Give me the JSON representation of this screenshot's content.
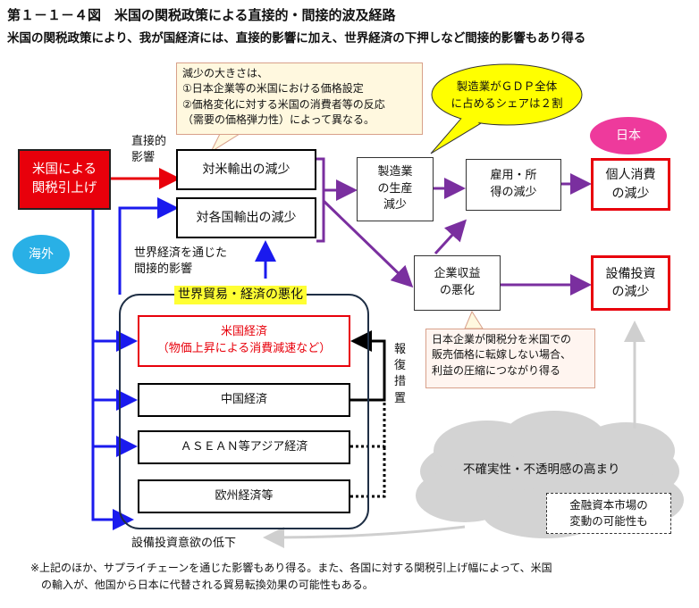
{
  "header": {
    "title": "第１－１－４図　米国の関税政策による直接的・間接的波及経路",
    "subtitle": "米国の関税政策により、我が国経済には、直接的影響に加え、世界経済の下押しなど間接的影響もあり得る"
  },
  "callouts": {
    "reduction_note": [
      "減少の大きさは、",
      "①日本企業等の米国における価格設定",
      "②価格変化に対する米国の消費者等の反応",
      "（需要の価格弾力性）によって異なる。"
    ],
    "share_note": [
      "製造業がＧＤＰ全体",
      "に占めるシェアは２割"
    ],
    "profit_note": [
      "日本企業が関税分を米国での",
      "販売価格に転嫁しない場合、",
      "利益の圧縮につながり得る"
    ]
  },
  "labels": {
    "tariff_source": [
      "米国による",
      "関税引上げ"
    ],
    "direct_effect": [
      "直接的",
      "影響"
    ],
    "overseas": "海外",
    "japan": "日本",
    "indirect_effect": [
      "世界経済を通じた",
      "間接的影響"
    ],
    "world_trade": "世界貿易・経済の悪化",
    "retaliation": [
      "報",
      "復",
      "措",
      "置"
    ],
    "uncertainty": "不確実性・不透明感の高まり",
    "financial_market": [
      "金融資本市場の",
      "変動の可能性も"
    ],
    "investment_appetite": "設備投資意欲の低下"
  },
  "nodes": {
    "exports_us": "対米輸出の減少",
    "exports_other": "対各国輸出の減少",
    "manufacturing": [
      "製造業",
      "の生産",
      "減少"
    ],
    "employment": [
      "雇用・所",
      "得の減少"
    ],
    "consumption": [
      "個人消費",
      "の減少"
    ],
    "profit": [
      "企業収益",
      "の悪化"
    ],
    "investment": [
      "設備投資",
      "の減少"
    ]
  },
  "economies": {
    "us": [
      "米国経済",
      "（物価上昇による消費減速など）"
    ],
    "china": "中国経済",
    "asean": "ＡＳＥＡＮ等アジア経済",
    "europe": "欧州経済等"
  },
  "footnote": [
    "※上記のほか、サプライチェーンを通じた影響もあり得る。また、各国に対する関税引上げ幅によって、米国",
    "　の輸入が、他国から日本に代替される貿易転換効果の可能性もある。"
  ],
  "colors": {
    "red": "#e8000b",
    "blue": "#1a1aee",
    "purple": "#7a2f9f",
    "pink": "#ee3a9c",
    "cyan": "#29b0e6",
    "yellow_bubble": "#ffff00",
    "highlight": "#ffff33",
    "cloud": "#d3d3d3"
  }
}
